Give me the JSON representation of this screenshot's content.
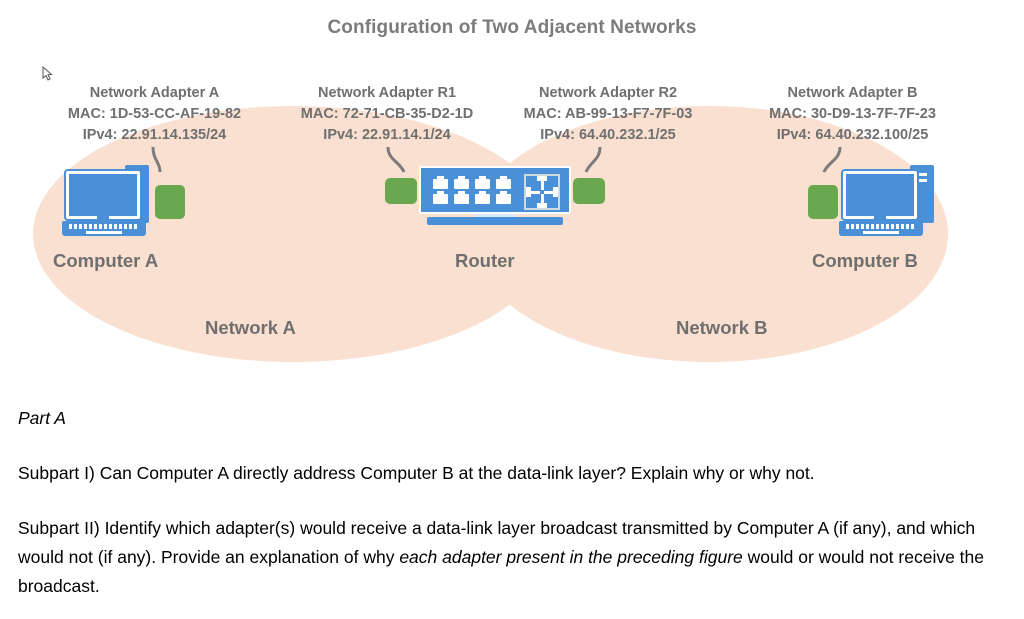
{
  "figure": {
    "title": "Configuration of Two Adjacent Networks",
    "adapters": [
      {
        "name": "Network Adapter A",
        "mac": "MAC: 1D-53-CC-AF-19-82",
        "ipv4": "IPv4: 22.91.14.135/24"
      },
      {
        "name": "Network Adapter R1",
        "mac": "MAC: 72-71-CB-35-D2-1D",
        "ipv4": "IPv4: 22.91.14.1/24"
      },
      {
        "name": "Network Adapter R2",
        "mac": "MAC: AB-99-13-F7-7F-03",
        "ipv4": "IPv4: 64.40.232.1/25"
      },
      {
        "name": "Network Adapter B",
        "mac": "MAC: 30-D9-13-7F-7F-23",
        "ipv4": "IPv4: 64.40.232.100/25"
      }
    ],
    "nodes": {
      "computer_a": "Computer A",
      "router": "Router",
      "computer_b": "Computer B"
    },
    "networks": {
      "a": "Network A",
      "b": "Network B"
    },
    "colors": {
      "cloud": "#fae0d0",
      "device_blue": "#4a90d9",
      "adapter_green": "#6aa84f",
      "label_gray": "#6f6f6f",
      "title_gray": "#7c7c7c"
    },
    "icons": {
      "router_ports_count": 8,
      "router_route_icon": "four-arrows-inward"
    }
  },
  "questions": {
    "part_label": "Part A",
    "subpart_1": "Subpart I) Can Computer A directly address Computer B at the data-link layer? Explain why or why not.",
    "subpart_2_pre": "Subpart II) Identify which adapter(s) would receive a data-link layer broadcast transmitted by Computer A (if any), and which would not (if any). Provide an explanation of why ",
    "subpart_2_italic": "each adapter present in the preceding figure",
    "subpart_2_post": " would or would not receive the broadcast."
  }
}
